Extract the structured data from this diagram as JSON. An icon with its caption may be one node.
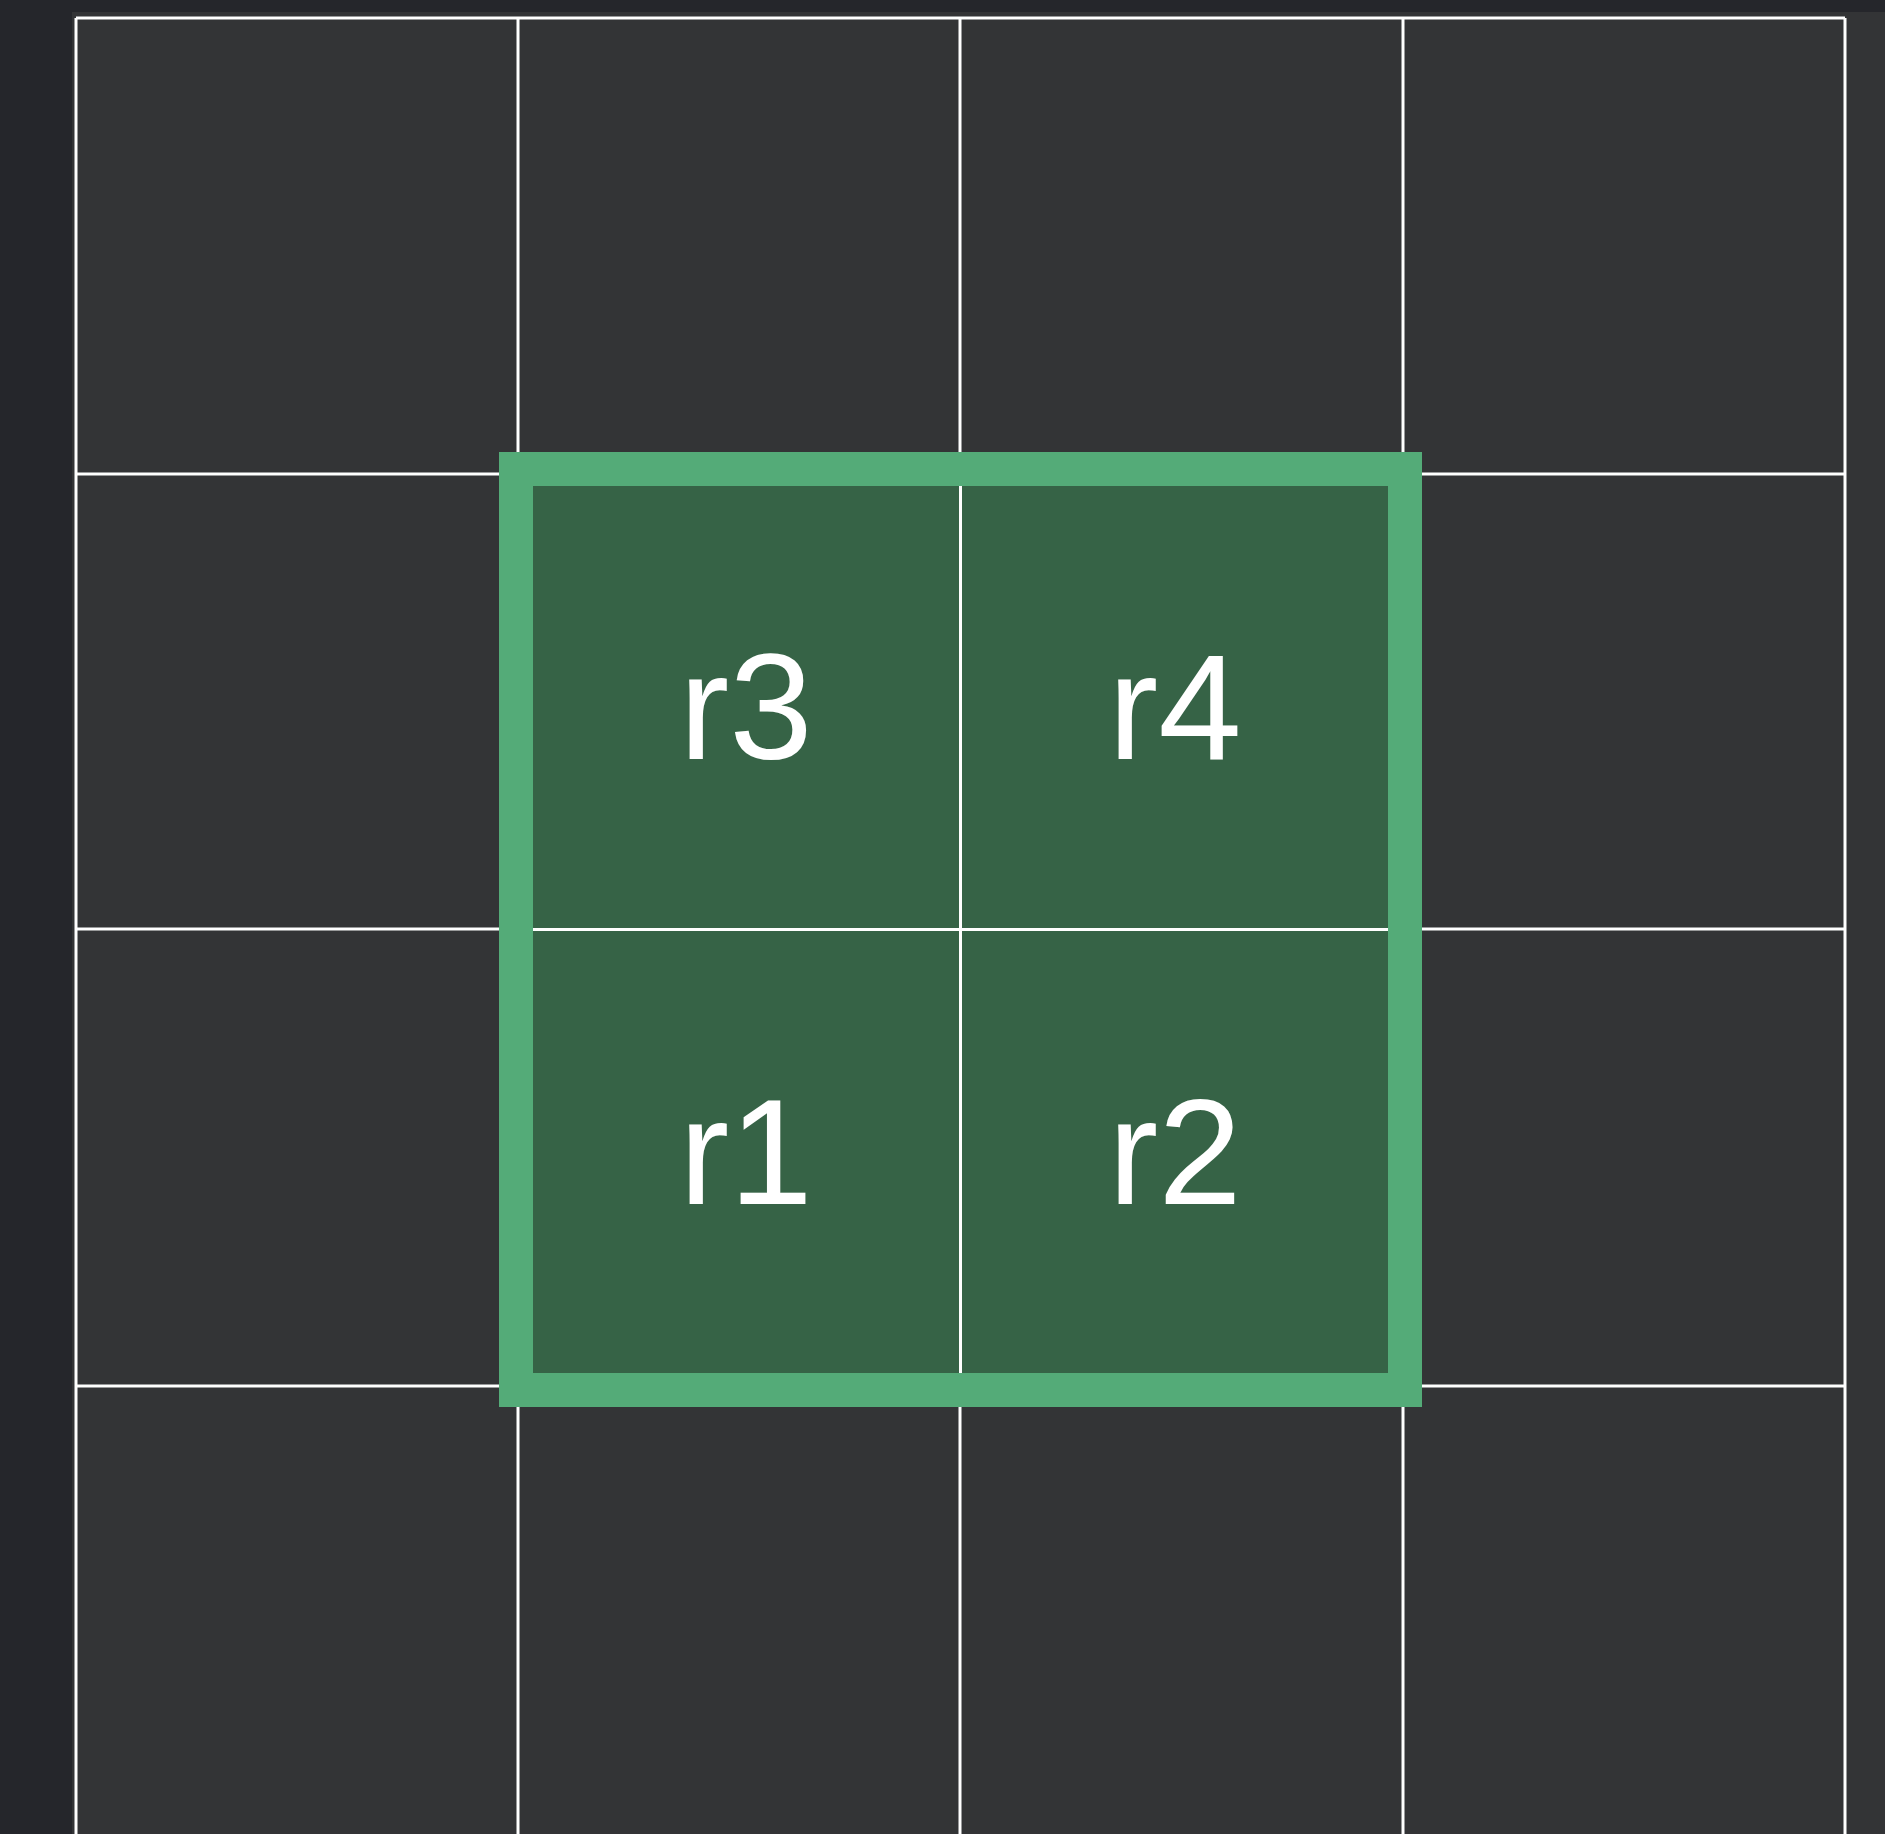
{
  "diagram": {
    "nodes": [
      {
        "text": [],
        "shape": "box"
      },
      {
        "text": [
          "r3"
        ],
        "in": 0
      },
      {
        "text": [
          "r4"
        ],
        "in": 0
      },
      {
        "text": [
          "r1"
        ],
        "in": 0
      },
      {
        "text": [
          "r2"
        ],
        "in": 0
      }
    ]
  }
}
